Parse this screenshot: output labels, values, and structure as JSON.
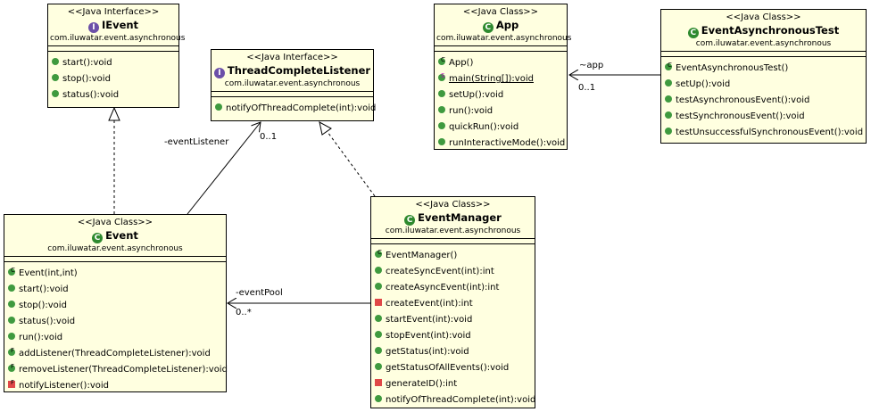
{
  "classes": {
    "ievent": {
      "stereotype": "<<Java Interface>>",
      "name": "IEvent",
      "package": "com.iluwatar.event.asynchronous",
      "methods": [
        "start():void",
        "stop():void",
        "status():void"
      ]
    },
    "tcl": {
      "stereotype": "<<Java Interface>>",
      "name": "ThreadCompleteListener",
      "package": "com.iluwatar.event.asynchronous",
      "methods": [
        "notifyOfThreadComplete(int):void"
      ]
    },
    "app": {
      "stereotype": "<<Java Class>>",
      "name": "App",
      "package": "com.iluwatar.event.asynchronous",
      "methods": [
        "App()",
        "main(String[]):void",
        "setUp():void",
        "run():void",
        "quickRun():void",
        "runInteractiveMode():void"
      ]
    },
    "eat": {
      "stereotype": "<<Java Class>>",
      "name": "EventAsynchronousTest",
      "package": "com.iluwatar.event.asynchronous",
      "methods": [
        "EventAsynchronousTest()",
        "setUp():void",
        "testAsynchronousEvent():void",
        "testSynchronousEvent():void",
        "testUnsuccessfulSynchronousEvent():void"
      ]
    },
    "event": {
      "stereotype": "<<Java Class>>",
      "name": "Event",
      "package": "com.iluwatar.event.asynchronous",
      "methods": [
        "Event(int,int)",
        "start():void",
        "stop():void",
        "status():void",
        "run():void",
        "addListener(ThreadCompleteListener):void",
        "removeListener(ThreadCompleteListener):void",
        "notifyListener():void"
      ]
    },
    "em": {
      "stereotype": "<<Java Class>>",
      "name": "EventManager",
      "package": "com.iluwatar.event.asynchronous",
      "methods": [
        "EventManager()",
        "createSyncEvent(int):int",
        "createAsyncEvent(int):int",
        "createEvent(int):int",
        "startEvent(int):void",
        "stopEvent(int):void",
        "getStatus(int):void",
        "getStatusOfAllEvents():void",
        "generateID():int",
        "notifyOfThreadComplete(int):void"
      ]
    }
  },
  "labels": {
    "event_listener_role": "-eventListener",
    "event_listener_mult": "0..1",
    "event_pool_role": "-eventPool",
    "event_pool_mult": "0..*",
    "app_role": "~app",
    "app_mult": "0..1"
  },
  "glyphs": {
    "interface": "I",
    "class": "C",
    "constructor_mark": "C",
    "static_mark": "S",
    "final_mark": "F"
  },
  "colors": {
    "class_fill": "#ffffe0",
    "interface_glyph": "#6b4fa8",
    "class_glyph": "#2f8a2f",
    "public_method": "#3f9a3f",
    "private_method": "#e04848"
  }
}
